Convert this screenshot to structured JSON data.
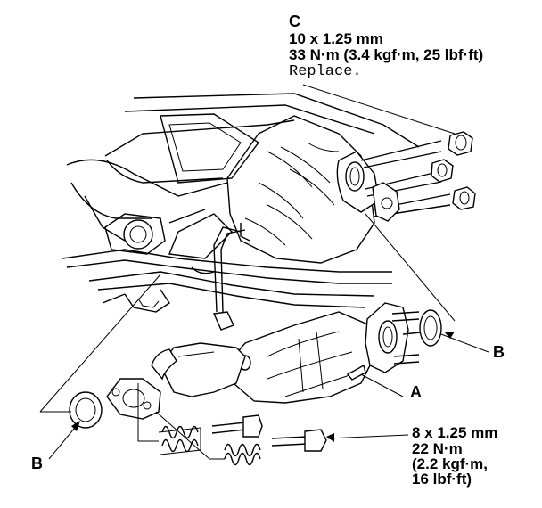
{
  "callouts": {
    "c": {
      "letter": "C",
      "size": "10 x 1.25 mm",
      "torque": "33 N·m (3.4 kgf·m, 25 lbf·ft)",
      "note": "Replace."
    },
    "b_right": {
      "letter": "B"
    },
    "b_left": {
      "letter": "B"
    },
    "a": {
      "letter": "A"
    },
    "bolt": {
      "size": "8 x 1.25 mm",
      "torque_line1": "22 N·m",
      "torque_line2": "(2.2 kgf·m,",
      "torque_line3": "16 lbf·ft)"
    }
  },
  "parts": [
    "self-locking-nut",
    "gasket",
    "catalytic-converter",
    "flange-bolt",
    "spring"
  ]
}
